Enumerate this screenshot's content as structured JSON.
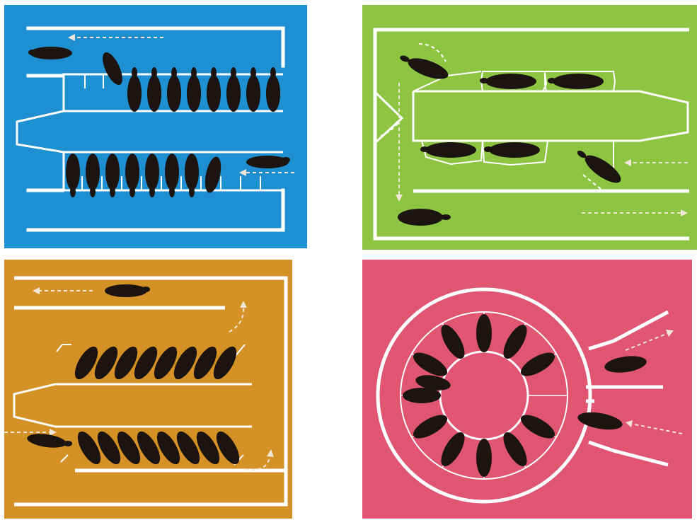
{
  "panels": [
    {
      "key": "herringbone_walkthrough",
      "bg": "#1e8fd0"
    },
    {
      "key": "tandem",
      "bg": "#8dc543"
    },
    {
      "key": "herringbone_angled",
      "bg": "#d49125"
    },
    {
      "key": "rotary",
      "bg": "#e05571"
    }
  ],
  "colors": {
    "line": "#ffffff",
    "cow": "#1b1410",
    "arrow": "#f2e6d8"
  },
  "icons": {
    "cow": "cow-silhouette-icon",
    "arrow": "dashed-arrow-icon"
  }
}
